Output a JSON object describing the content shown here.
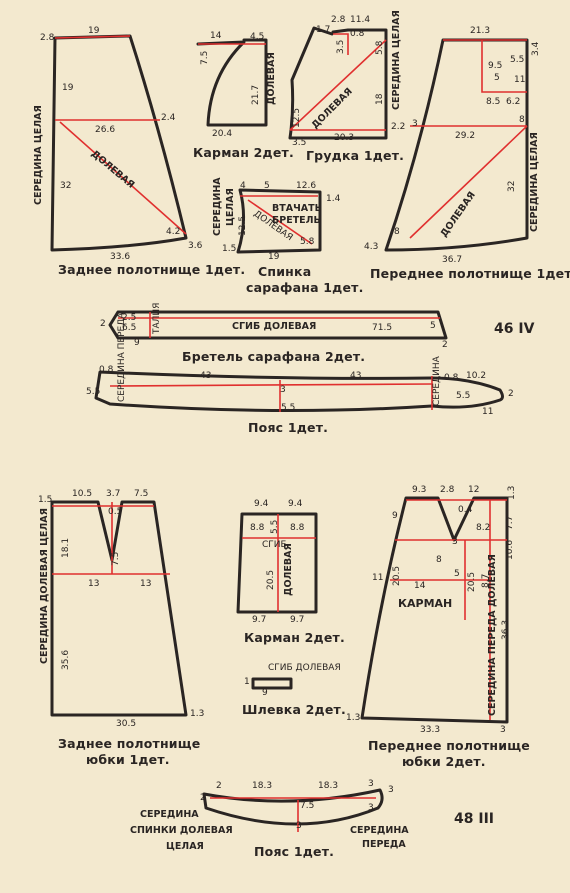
{
  "colors": {
    "paper": "#f3e9cf",
    "outline": "#2a2523",
    "construction": "#e0302f"
  },
  "page_ref_top": "46 IV",
  "page_ref_bottom": "48 III",
  "parts": {
    "back_panel": {
      "caption": "Заднее полотнище 1дет.",
      "side_label": "СЕРЕДИНА ЦЕЛАЯ",
      "grain_label": "ДОЛЕВАЯ",
      "dims": [
        "2.8",
        "19",
        "19",
        "26.6",
        "2.4",
        "32",
        "4.2",
        "33.6",
        "3.6"
      ]
    },
    "pocket_top": {
      "caption": "Карман 2дет.",
      "grain_label": "ДОЛЕВАЯ",
      "dims": [
        "14",
        "4.5",
        "7.5",
        "21.7",
        "20.4"
      ]
    },
    "bib": {
      "caption": "Грудка 1дет.",
      "side_label": "СЕРЕДИНА ЦЕЛАЯ",
      "grain_label": "ДОЛЕВАЯ",
      "dims": [
        "1.7",
        "2.8",
        "11.4",
        "0.8",
        "3.5",
        "5.8",
        "18",
        "12.5",
        "3.5",
        "20.3",
        "2.2"
      ]
    },
    "front_panel": {
      "caption": "Переднее полотнище 1дет.",
      "side_label": "СЕРЕДИНА ЦЕЛАЯ",
      "grain_label": "ДОЛЕВАЯ",
      "dims": [
        "21.3",
        "3.4",
        "9.5",
        "5.5",
        "5",
        "11",
        "8.5",
        "6.2",
        "3",
        "29.2",
        "8",
        "32",
        "4.3",
        "8",
        "36.7"
      ]
    },
    "back_bodice": {
      "caption_line1": "Спинка",
      "caption_line2": "сарафана 1дет.",
      "side_label_1": "СЕРЕДИНА",
      "side_label_2": "ЦЕЛАЯ",
      "grain_label": "ДОЛЕВАЯ",
      "note_line1": "ВТАЧАТЬ",
      "note_line2": "БРЕТЕЛЬ",
      "dims": [
        "4",
        "5",
        "12.6",
        "1.4",
        "12.5",
        "5.8",
        "1.5",
        "19"
      ]
    },
    "strap": {
      "caption": "Бретель сарафана 2дет.",
      "fold_label": "СГИБ ДОЛЕВАЯ",
      "waist_label": "ТАЛИЯ",
      "dims": [
        "2",
        "2.5",
        "6.5",
        "9",
        "71.5",
        "5",
        "2"
      ]
    },
    "belt_top": {
      "caption": "Пояс 1дет.",
      "front_label": "СЕРЕДИНА ПЕРЕДА",
      "front_label_2": "СЕРЕДИНА",
      "dims": [
        "0.8",
        "43",
        "43",
        "0.8",
        "10.2",
        "5.5",
        "3",
        "5.5",
        "5.5",
        "11",
        "2"
      ]
    },
    "skirt_back": {
      "caption_line1": "Заднее полотнище",
      "caption_line2": "юбки 1дет.",
      "side_label": "СЕРЕДИНА ДОЛЕВАЯ ЦЕЛАЯ",
      "dims": [
        "1.5",
        "10.5",
        "3.7",
        "7.5",
        "0.5",
        "18.1",
        "7.5",
        "13",
        "13",
        "35.6",
        "30.5",
        "1.3"
      ]
    },
    "skirt_pocket": {
      "caption": "Карман 2дет.",
      "fold_label": "СГИБ",
      "grain_label": "ДОЛЕВАЯ",
      "dims": [
        "9.4",
        "9.4",
        "8.8",
        "5.5",
        "8.8",
        "20.5",
        "9.7",
        "9.7"
      ]
    },
    "belt_loop": {
      "caption": "Шлевка 2дет.",
      "fold_label": "СГИБ ДОЛЕВАЯ",
      "dims": [
        "1",
        "9"
      ]
    },
    "skirt_front": {
      "caption_line1": "Переднее полотнище",
      "caption_line2": "юбки 2дет.",
      "side_label": "СЕРЕДИНА ПЕРЕДА ДОЛЕВАЯ",
      "pocket_label": "КАРМАН",
      "dims": [
        "9.3",
        "2.8",
        "12",
        "1.3",
        "9",
        "0.4",
        "3",
        "8.2",
        "7.7",
        "8",
        "10.6",
        "11",
        "20.5",
        "5",
        "20.5",
        "8.7",
        "14",
        "36.3",
        "1.3",
        "33.3",
        "3"
      ]
    },
    "belt_bottom": {
      "caption": "Пояс 1дет.",
      "back_label_1": "СЕРЕДИНА",
      "back_label_2": "СПИНКИ ДОЛЕВАЯ",
      "back_label_3": "ЦЕЛАЯ",
      "front_label_1": "СЕРЕДИНА",
      "front_label_2": "ПЕРЕДА",
      "dims": [
        "2",
        "18.3",
        "18.3",
        "3",
        "2",
        "3",
        "7.5",
        "3",
        "3"
      ]
    }
  }
}
